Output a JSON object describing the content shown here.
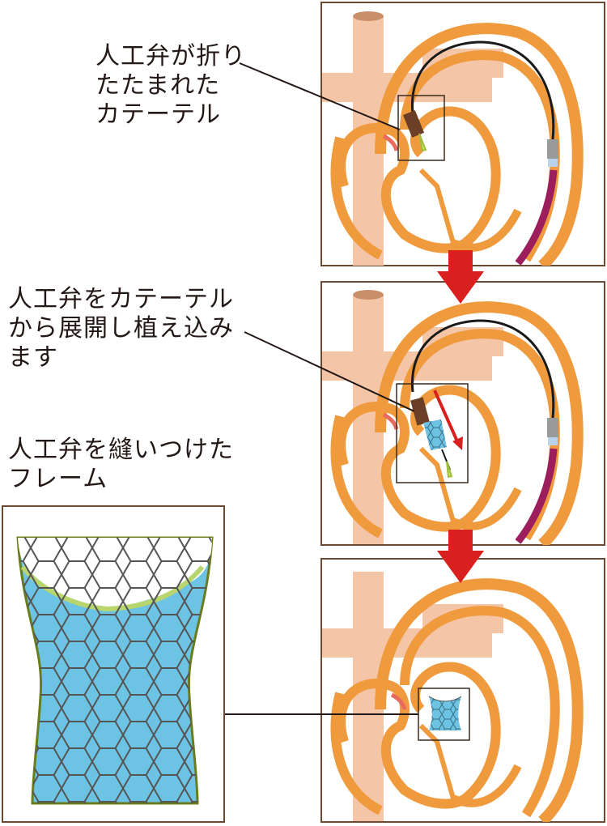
{
  "labels": {
    "step1": "人工弁が折り\nたたまれた\nカテーテル",
    "step2": "人工弁をカテーテル\nから展開し植え込み\nます",
    "frame": "人工弁を縫いつけた\nフレーム"
  },
  "colors": {
    "heart_wall": "#f09a3e",
    "vessel": "#f5c5a8",
    "panel_border": "#6b4a33",
    "arrow": "#d9201f",
    "catheter_sheath": "#9c1e5c",
    "catheter_wire": "#1a1a1a",
    "catheter_tip": "#6b3f26",
    "valve_mesh": "#6cc3e3",
    "valve_fill": "#b8d66d",
    "frame_border": "#6a7d1d",
    "hex_line": "#555555"
  },
  "icons": [
    "down-arrow-icon",
    "heart-icon",
    "catheter-icon",
    "valve-icon"
  ]
}
